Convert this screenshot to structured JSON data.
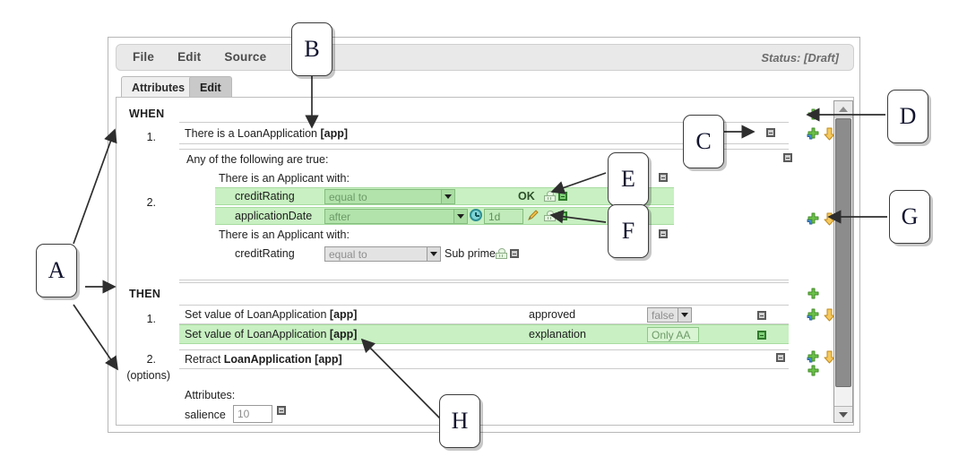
{
  "window": {
    "menu": [
      "File",
      "Edit",
      "Source"
    ],
    "status": "Status: [Draft]",
    "tabs": [
      {
        "label": "Attributes",
        "active": false
      },
      {
        "label": "Edit",
        "active": true
      }
    ]
  },
  "rule": {
    "when_label": "WHEN",
    "then_label": "THEN",
    "options_label": "(options)",
    "when_rows": [
      {
        "num": "1.",
        "text": "There is a LoanApplication ",
        "bold": "[app]"
      },
      {
        "num": "2.",
        "text": "Any of the following are true:",
        "bold": ""
      }
    ],
    "then_rows": [
      {
        "num": "1.",
        "text": "Set value of LoanApplication ",
        "bold": "[app]"
      },
      {
        "num": "2.",
        "text": "Retract ",
        "bold": "LoanApplication [app]"
      }
    ],
    "patterns": [
      {
        "header": "There is an Applicant with:"
      },
      {
        "header": "There is an Applicant with:"
      }
    ],
    "constraints": [
      {
        "field": "creditRating",
        "operator": "equal to",
        "value": "OK"
      },
      {
        "field": "applicationDate",
        "operator": "after",
        "value": "1d"
      },
      {
        "field": "creditRating",
        "operator": "equal to",
        "value": "Sub prime"
      }
    ],
    "actions": [
      {
        "text": "Set value of LoanApplication ",
        "bold": "[app]",
        "field": "approved",
        "value": "false",
        "widget": "select"
      },
      {
        "text": "Set value of LoanApplication ",
        "bold": "[app]",
        "field": "explanation",
        "value": "Only AA",
        "widget": "text"
      },
      {
        "text": "Retract ",
        "bold": "LoanApplication [app]",
        "field": "",
        "value": "",
        "widget": "none"
      }
    ],
    "attributes": {
      "heading": "Attributes:",
      "rows": [
        {
          "name": "salience",
          "value": "10"
        }
      ]
    }
  },
  "icons": {
    "add": "green-plus-icon",
    "add_blue": "add-with-blue-plus-icon",
    "move_down": "yellow-down-arrow-icon",
    "move_up": "yellow-up-arrow-icon",
    "delete": "minus-square-icon",
    "template": "template-key-icon",
    "clock": "clock-icon",
    "pencil": "pencil-icon",
    "scroll_up": "scroll-up-arrow-icon",
    "scroll_down": "scroll-down-arrow-icon"
  },
  "colors": {
    "highlight_green": "#c8f0c2",
    "row_green": "#ddf7d7",
    "plus_green": "#5aab3f",
    "arrow_yellow": "#f0b94a",
    "status_grey": "#6c6c6c"
  },
  "callouts": [
    {
      "id": "A",
      "letter": "A"
    },
    {
      "id": "B",
      "letter": "B"
    },
    {
      "id": "C",
      "letter": "C"
    },
    {
      "id": "D",
      "letter": "D"
    },
    {
      "id": "E",
      "letter": "E"
    },
    {
      "id": "F",
      "letter": "F"
    },
    {
      "id": "G",
      "letter": "G"
    },
    {
      "id": "H",
      "letter": "H"
    }
  ]
}
